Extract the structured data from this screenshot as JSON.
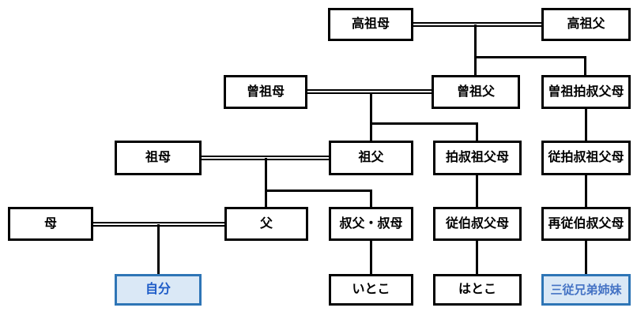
{
  "colors": {
    "line": "#000000",
    "box_border": "#000000",
    "box_fill": "#FFFFFF",
    "box_text": "#000000",
    "hl_border": "#2E75B6",
    "hl_fill": "#DAE8F6",
    "hl_self_text": "#1E5CC8",
    "hl_cousin_text": "#4472C4",
    "background": "#FFFFFF"
  },
  "nodes": {
    "great_great_grandmother": {
      "label": "高祖母"
    },
    "great_great_grandfather": {
      "label": "高祖父"
    },
    "great_grandmother": {
      "label": "曾祖母"
    },
    "great_grandfather": {
      "label": "曾祖父"
    },
    "great_grand_uncle_aunt": {
      "label": "曽祖拍叔父母"
    },
    "grandmother": {
      "label": "祖母"
    },
    "grandfather": {
      "label": "祖父"
    },
    "grand_uncle_aunt": {
      "label": "拍叔祖父母"
    },
    "first_cousin_grand_uncle_aunt": {
      "label": "従拍叔祖父母"
    },
    "mother": {
      "label": "母"
    },
    "father": {
      "label": "父"
    },
    "uncle_aunt": {
      "label": "叔父・叔母"
    },
    "first_cousin_uncle_aunt": {
      "label": "従伯叔父母"
    },
    "second_cousin_uncle_aunt": {
      "label": "再従伯叔父母"
    },
    "self": {
      "label": "自分"
    },
    "cousin": {
      "label": "いとこ"
    },
    "second_cousin": {
      "label": "はとこ"
    },
    "third_cousin": {
      "label": "三従兄弟姉妹"
    }
  }
}
